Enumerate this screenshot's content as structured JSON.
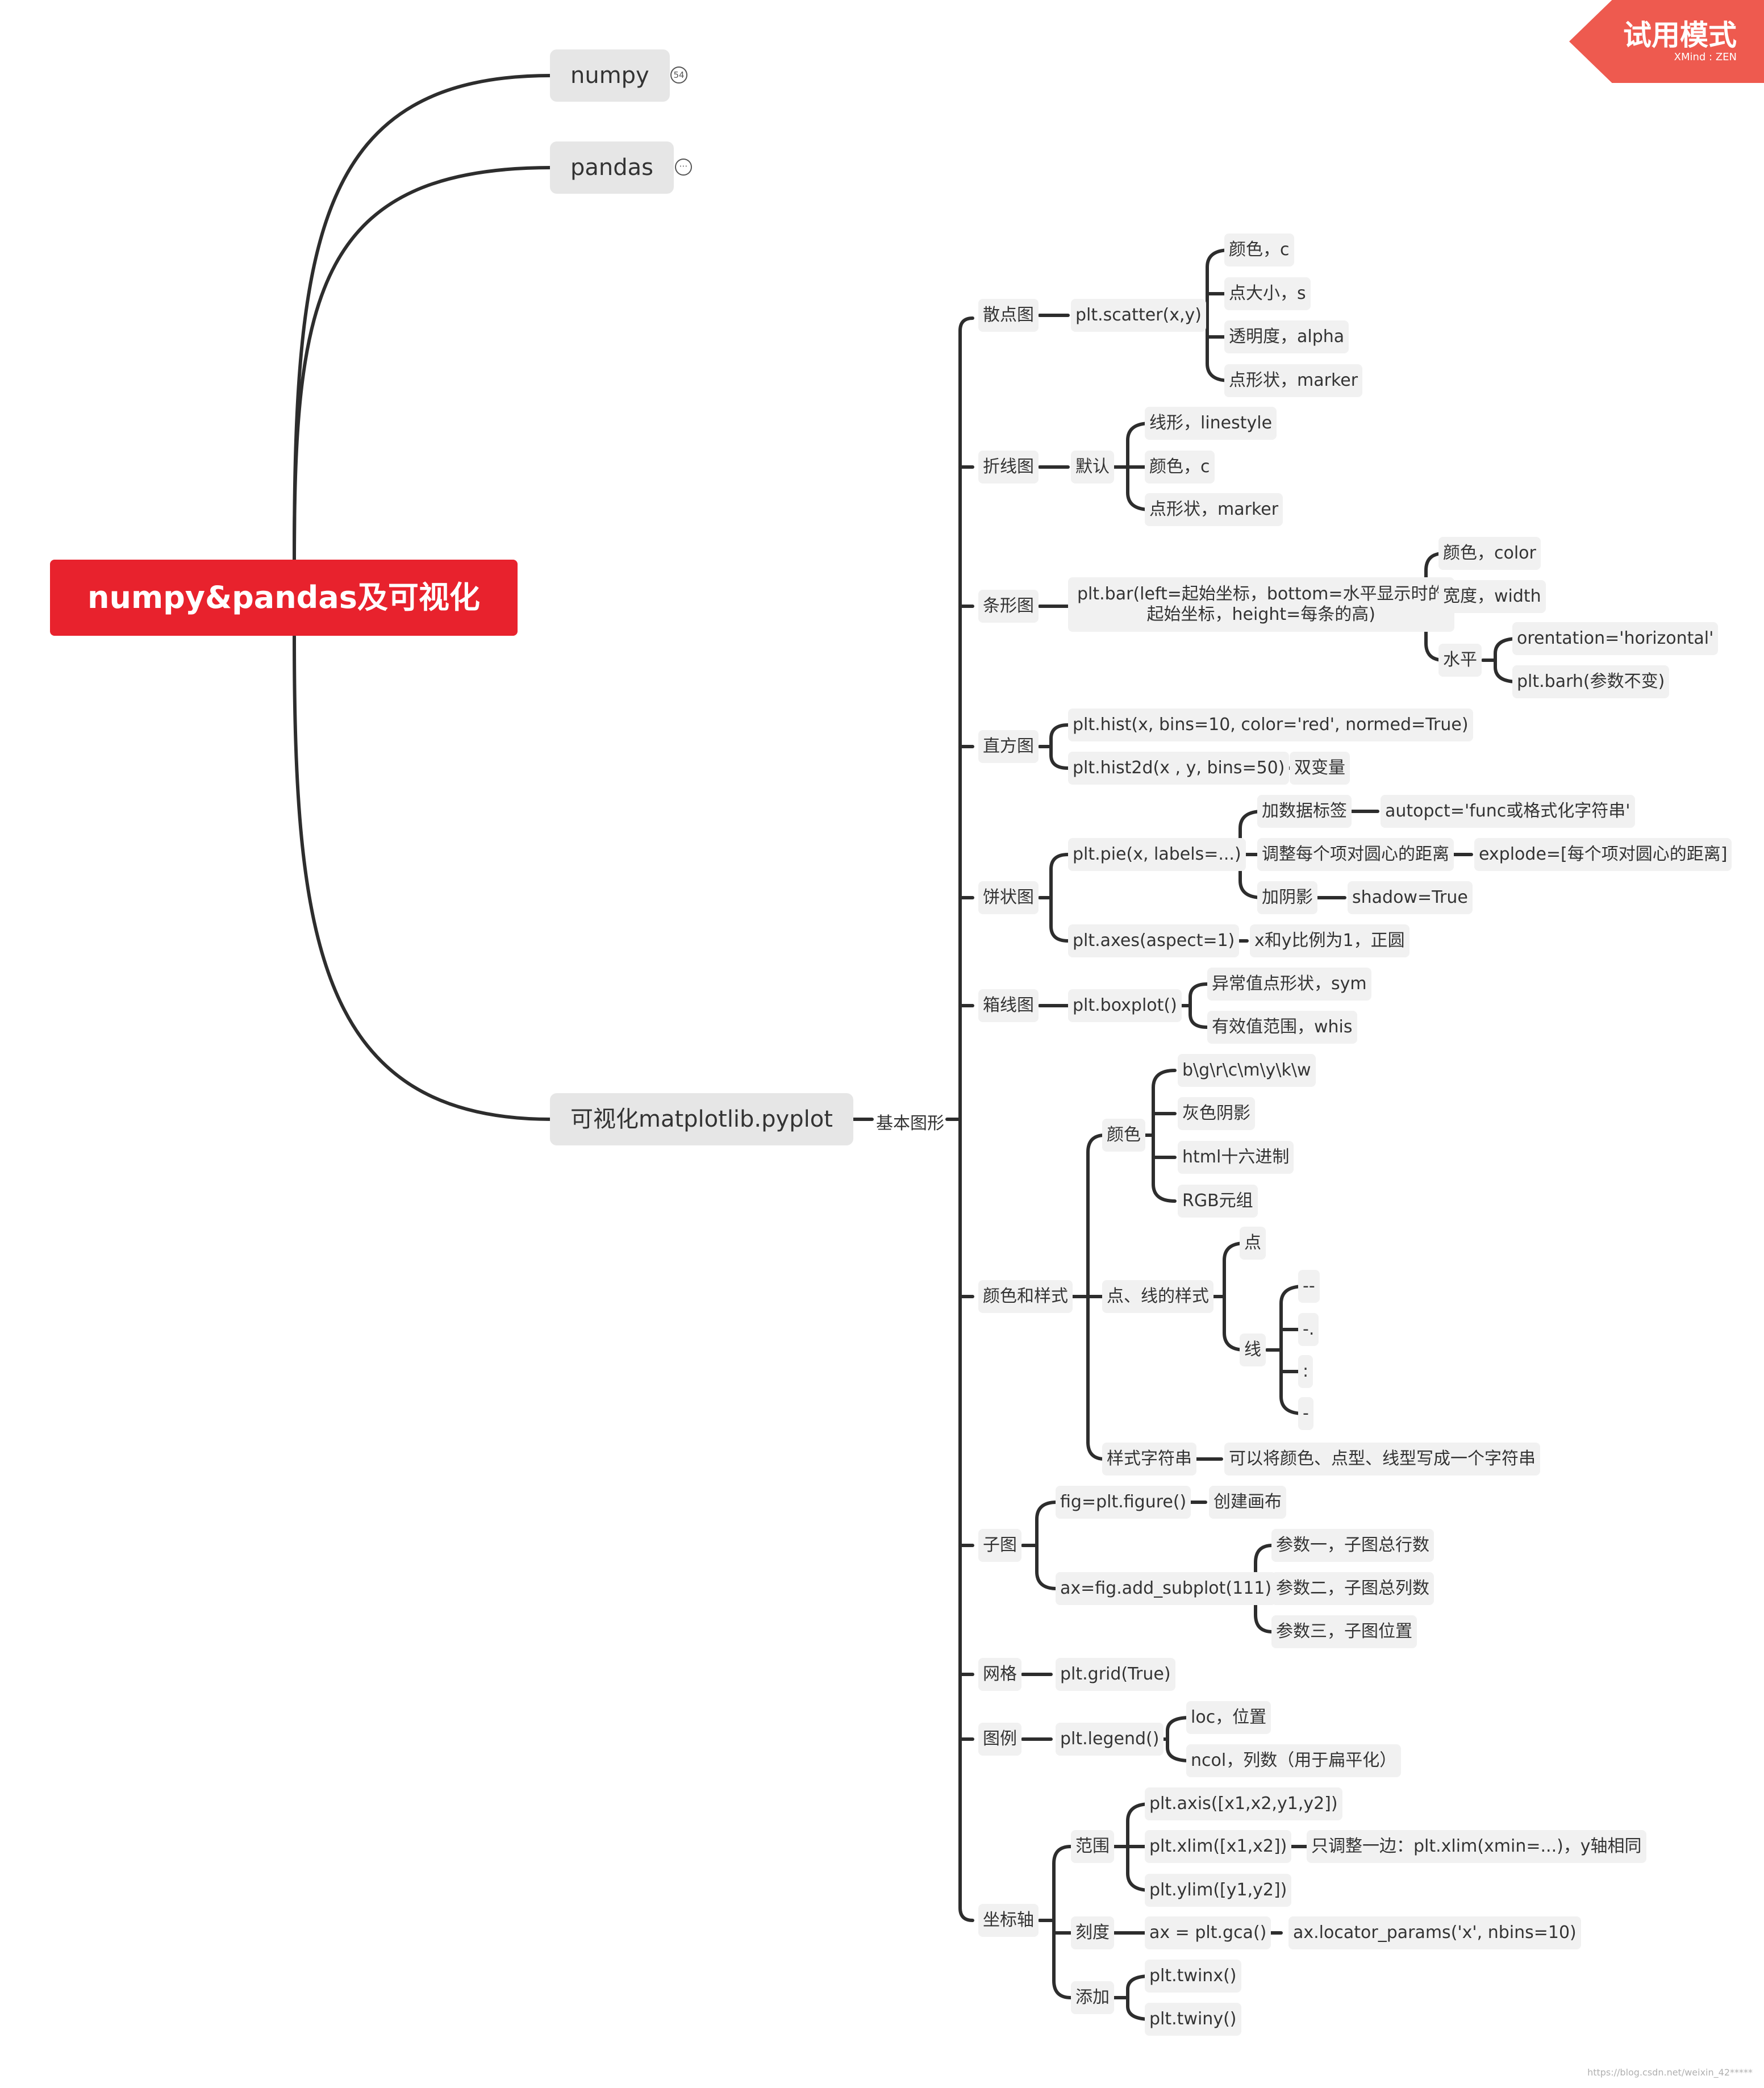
{
  "root": "numpy&pandas及可视化",
  "branches": {
    "numpy": "numpy",
    "numpy_count": "54",
    "pandas": "pandas",
    "pandas_more": "⋯",
    "viz": "可视化matplotlib.pyplot",
    "basic": "基本图形"
  },
  "scatter": {
    "label": "散点图",
    "fn": "plt.scatter(x,y)",
    "items": [
      "颜色，c",
      "点大小，s",
      "透明度，alpha",
      "点形状，marker"
    ]
  },
  "line": {
    "label": "折线图",
    "default": "默认",
    "items": [
      "线形，linestyle",
      "颜色，c",
      "点形状，marker"
    ]
  },
  "bar": {
    "label": "条形图",
    "fn1": "plt.bar(left=起始坐标，bottom=水平显示时的",
    "fn2": "起始坐标，height=每条的高)",
    "color": "颜色，color",
    "width": "宽度，width",
    "horizontal": "水平",
    "orient": "orentation='horizontal'",
    "barh": "plt.barh(参数不变)"
  },
  "hist": {
    "label": "直方图",
    "h1": "plt.hist(x, bins=10, color='red', normed=True)",
    "h2": "plt.hist2d(x , y, bins=50)",
    "h2_note": "双变量"
  },
  "pie": {
    "label": "饼状图",
    "fn": "plt.pie(x, labels=...)",
    "add_label": "加数据标签",
    "autopct": "autopct='func或格式化字符串'",
    "adjust": "调整每个项对圆心的距离",
    "explode": "explode=[每个项对圆心的距离]",
    "shadow": "加阴影",
    "shadow_val": "shadow=True",
    "axes": "plt.axes(aspect=1)",
    "axes_note": "x和y比例为1，正圆"
  },
  "box": {
    "label": "箱线图",
    "fn": "plt.boxplot()",
    "sym": "异常值点形状，sym",
    "whis": "有效值范围，whis"
  },
  "style": {
    "label": "颜色和样式",
    "color": "颜色",
    "colors": [
      "b\\g\\r\\c\\m\\y\\k\\w",
      "灰色阴影",
      "html十六进制",
      "RGB元组"
    ],
    "pl": "点、线的样式",
    "point": "点",
    "line": "线",
    "line_styles": [
      "--",
      "-.",
      ":",
      "-"
    ],
    "fmt": "样式字符串",
    "fmt_note": "可以将颜色、点型、线型写成一个字符串"
  },
  "subplot": {
    "label": "子图",
    "fig": "fig=plt.figure()",
    "fig_note": "创建画布",
    "ax": "ax=fig.add_subplot(111)",
    "params": [
      "参数一，子图总行数",
      "参数二，子图总列数",
      "参数三，子图位置"
    ]
  },
  "grid": {
    "label": "网格",
    "fn": "plt.grid(True)"
  },
  "legend": {
    "label": "图例",
    "fn": "plt.legend()",
    "items": [
      "loc，位置",
      "ncol，列数（用于扁平化）"
    ]
  },
  "axis": {
    "label": "坐标轴",
    "range": "范围",
    "axis_fn": "plt.axis([x1,x2,y1,y2])",
    "xlim": "plt.xlim([x1,x2])",
    "xlim_note": "只调整一边：plt.xlim(xmin=...)，y轴相同",
    "ylim": "plt.ylim([y1,y2])",
    "tick": "刻度",
    "gca": "ax = plt.gca()",
    "locator": "ax.locator_params('x', nbins=10)",
    "add": "添加",
    "twinx": "plt.twinx()",
    "twiny": "plt.twiny()"
  },
  "banner": {
    "title": "试用模式",
    "sub": "XMind : ZEN"
  },
  "watermark": "https://blog.csdn.net/weixin_42*****"
}
